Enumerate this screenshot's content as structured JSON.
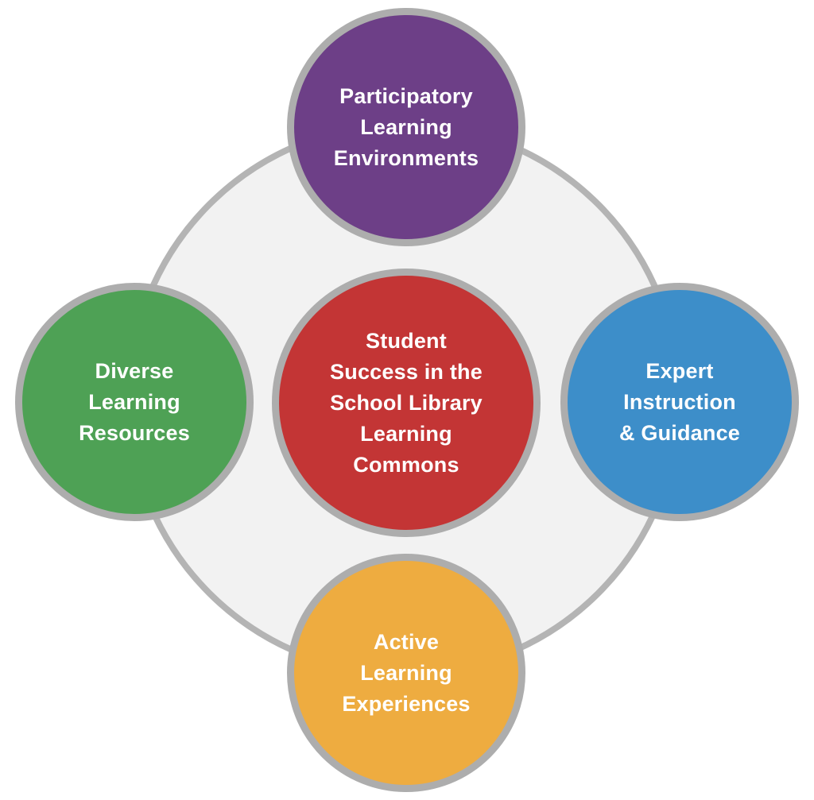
{
  "colors": {
    "background": "#ffffff",
    "ring_fill": "#f2f2f2",
    "ring_border": "#b4b4b4",
    "node_border": "#adadad",
    "text": "#ffffff"
  },
  "nodes": {
    "top": {
      "label": "Participatory\nLearning\nEnvironments",
      "color": "#6d3f87"
    },
    "left": {
      "label": "Diverse\nLearning\nResources",
      "color": "#4ea155"
    },
    "center": {
      "label": "Student\nSuccess in the\nSchool Library\nLearning\nCommons",
      "color": "#c33535"
    },
    "right": {
      "label": "Expert\nInstruction\n& Guidance",
      "color": "#3d8ec9"
    },
    "bottom": {
      "label": "Active\nLearning\nExperiences",
      "color": "#eeac40"
    }
  }
}
